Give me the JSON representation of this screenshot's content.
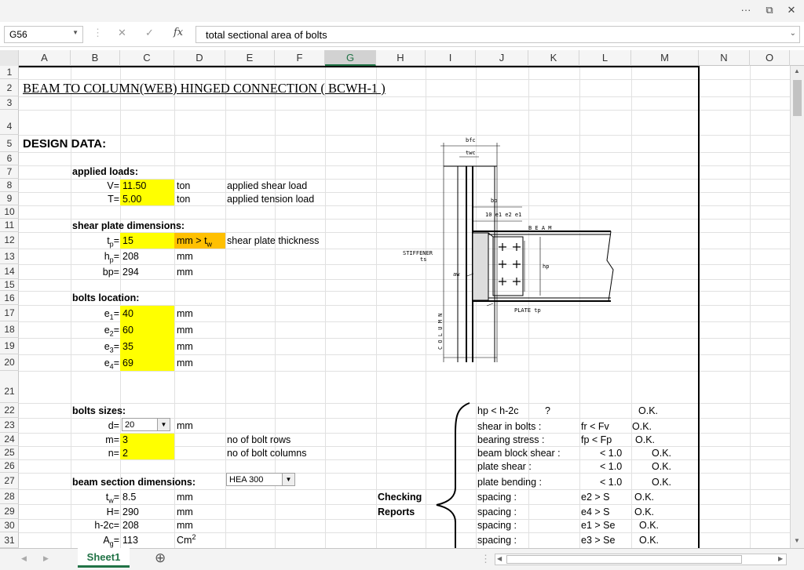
{
  "title_bar": {
    "buttons": [
      "···",
      "⧉",
      "✕"
    ]
  },
  "formula_bar": {
    "name_box": "G56",
    "fx": "fx",
    "cancel": "✕",
    "enter": "✓",
    "formula": "total sectional area of bolts"
  },
  "columns": [
    "A",
    "B",
    "C",
    "D",
    "E",
    "F",
    "G",
    "H",
    "I",
    "J",
    "K",
    "L",
    "M",
    "N",
    "O"
  ],
  "rows": [
    "1",
    "2",
    "3",
    "4",
    "5",
    "6",
    "7",
    "8",
    "9",
    "10",
    "11",
    "12",
    "13",
    "14",
    "15",
    "16",
    "17",
    "18",
    "19",
    "20",
    "21",
    "22",
    "23",
    "24",
    "25",
    "26",
    "27",
    "28",
    "29",
    "30",
    "31"
  ],
  "sheet": {
    "title": "BEAM  TO  COLUMN(WEB)  HINGED  CONNECTION ( BCWH-1 )",
    "design_data": "DESIGN DATA:",
    "applied_loads": "applied loads:",
    "v_label": "V=",
    "v_value": "11.50",
    "v_unit": "ton",
    "v_desc": "applied shear load",
    "t_label": "T=",
    "t_value": "5.00",
    "t_unit": "ton",
    "t_desc": "applied tension load",
    "shear_plate": "shear plate dimensions:",
    "tp_label": "t",
    "tp_sub": "p",
    "tp_value": "15",
    "tp_unit": "mm > t",
    "tp_unit_sub": "w",
    "tp_desc": "shear plate thickness",
    "hp_label": "h",
    "hp_sub": "p",
    "hp_value": "208",
    "hp_unit": "mm",
    "bp_label": "bp=",
    "bp_value": "294",
    "bp_unit": "mm",
    "bolts_location": "bolts location:",
    "e1_label": "e",
    "e1_sub": "1",
    "e1_value": "40",
    "e1_unit": "mm",
    "e2_label": "e",
    "e2_sub": "2",
    "e2_value": "60",
    "e2_unit": "mm",
    "e3_label": "e",
    "e3_sub": "3",
    "e3_value": "35",
    "e3_unit": "mm",
    "e4_label": "e",
    "e4_sub": "4",
    "e4_value": "69",
    "e4_unit": "mm",
    "bolts_sizes": "bolts sizes:",
    "d_label": "d=",
    "d_value": "20",
    "d_unit": "mm",
    "m_label": "m=",
    "m_value": "3",
    "m_desc": "no of bolt rows",
    "n_label": "n=",
    "n_value": "2",
    "n_desc": "no of bolt columns",
    "beam_section": "beam section dimensions:",
    "beam_combo": "HEA 300",
    "tw_label": "t",
    "tw_sub": "w",
    "tw_value": "8.5",
    "tw_unit": "mm",
    "H_label": "H=",
    "H_value": "290",
    "H_unit": "mm",
    "h2c_label": "h-2c=",
    "h2c_value": "208",
    "h2c_unit": "mm",
    "ag_label": "A",
    "ag_sub": "g",
    "ag_value": "113",
    "ag_unit": "Cm",
    "ag_unit_sup": "2",
    "checking": "Checking",
    "reports": "Reports"
  },
  "checks": [
    {
      "label": "hp < h-2c",
      "cond": "?",
      "result": "O.K."
    },
    {
      "label": "shear in bolts :",
      "cond": "fr < Fv",
      "result": "O.K."
    },
    {
      "label": "bearing stress :",
      "cond": "fp < Fp",
      "result": "O.K."
    },
    {
      "label": "beam block shear :",
      "cond": "< 1.0",
      "result": "O.K."
    },
    {
      "label": "plate shear :",
      "cond": "< 1.0",
      "result": "O.K."
    },
    {
      "label": "plate bending :",
      "cond": "< 1.0",
      "result": "O.K."
    },
    {
      "label": "spacing :",
      "cond": "e2 > S",
      "result": "O.K."
    },
    {
      "label": "spacing :",
      "cond": "e4 > S",
      "result": "O.K."
    },
    {
      "label": "spacing :",
      "cond": "e1 > Se",
      "result": "O.K."
    },
    {
      "label": "spacing :",
      "cond": "e3 > Se",
      "result": "O.K."
    }
  ],
  "drawing": {
    "bfc": "bfc",
    "twc": "twc",
    "bp": "bp",
    "beam": "B E A M",
    "stiffener": "STIFFENER",
    "ts": "ts",
    "column": "C O L U M N",
    "plate": "PLATE  tp",
    "dims": "10 e1 e2 e1",
    "aw": "aw",
    "hp": "hp"
  },
  "tabs": {
    "sheet1": "Sheet1",
    "add": "⊕"
  }
}
